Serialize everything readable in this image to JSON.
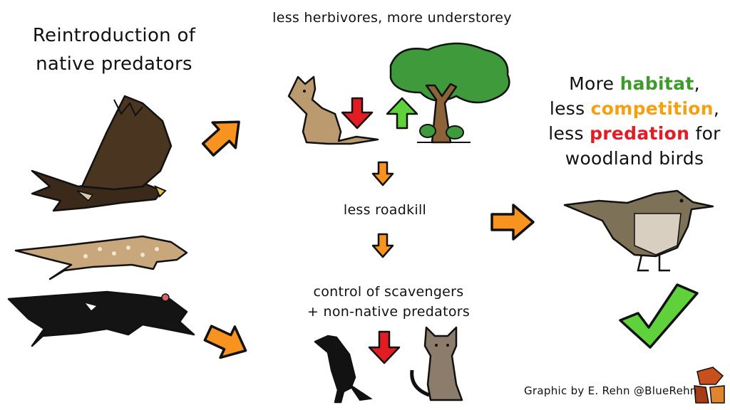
{
  "title": {
    "line1": "Reintroduction of",
    "line2": "native predators"
  },
  "top_caption": "less herbivores, more understorey",
  "middle_caption": "less roadkill",
  "bottom_caption": {
    "line1": "control of scavengers",
    "line2": "+ non-native predators"
  },
  "outcome": {
    "line1_pre": "More ",
    "line1_hl": "habitat",
    "line1_post": ",",
    "line2_pre": "less ",
    "line2_hl": "competition",
    "line2_post": ",",
    "line3_pre": "less ",
    "line3_hl": "predation",
    "line3_post": " for",
    "line4": "woodland birds"
  },
  "credit": "Graphic by E. Rehn @BlueRehn",
  "colors": {
    "arrow": "#f7931e",
    "down": "#e31c24",
    "up": "#5fd13a",
    "check": "#5fd13a",
    "habitat": "#3f9a2c",
    "competition": "#f5a00f",
    "predation": "#e31c24"
  },
  "icons": [
    "eagle-icon",
    "quoll-icon",
    "tasmanian-devil-icon",
    "wallaby-icon",
    "tree-icon",
    "raven-icon",
    "cat-icon",
    "woodland-bird-icon",
    "checkmark-icon",
    "logo-icon"
  ]
}
